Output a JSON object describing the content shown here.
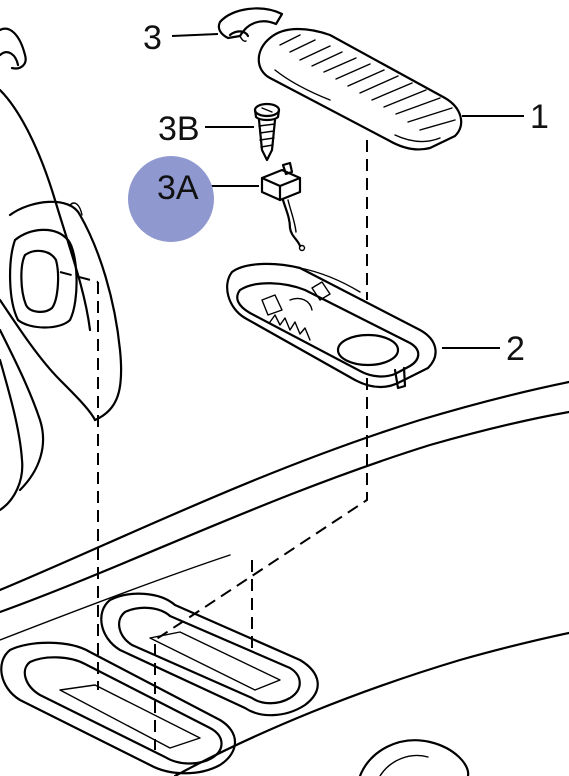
{
  "callouts": {
    "part_1": "1",
    "part_2": "2",
    "part_3": "3",
    "part_3b": "3B",
    "part_3a": "3A"
  },
  "highlight_color": "#8f98cf"
}
